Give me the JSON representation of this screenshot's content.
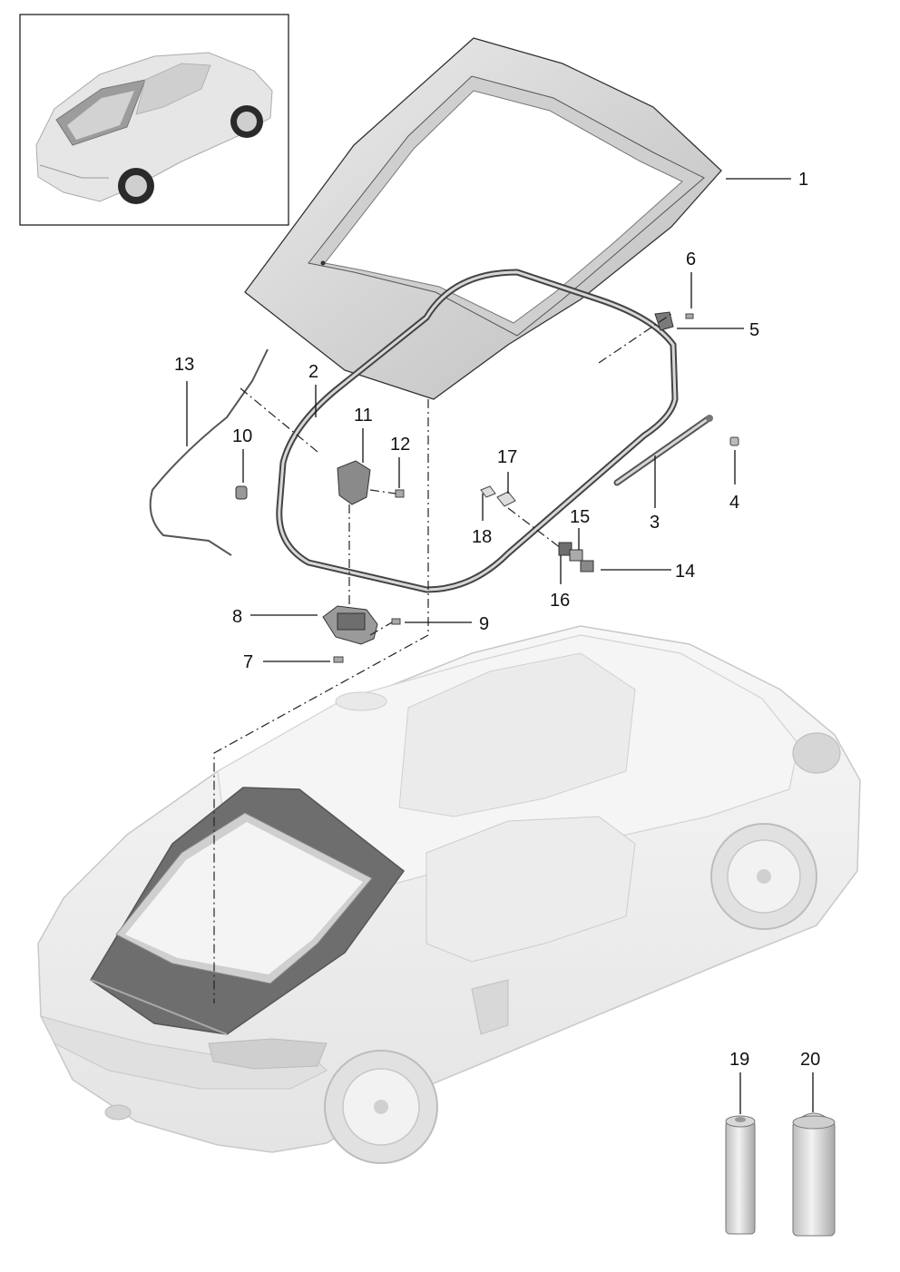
{
  "callouts": [
    {
      "id": "1",
      "label": "1"
    },
    {
      "id": "2",
      "label": "2"
    },
    {
      "id": "3",
      "label": "3"
    },
    {
      "id": "4",
      "label": "4"
    },
    {
      "id": "5",
      "label": "5"
    },
    {
      "id": "6",
      "label": "6"
    },
    {
      "id": "7",
      "label": "7"
    },
    {
      "id": "8",
      "label": "8"
    },
    {
      "id": "9",
      "label": "9"
    },
    {
      "id": "10",
      "label": "10"
    },
    {
      "id": "11",
      "label": "11"
    },
    {
      "id": "12",
      "label": "12"
    },
    {
      "id": "13",
      "label": "13"
    },
    {
      "id": "14",
      "label": "14"
    },
    {
      "id": "15",
      "label": "15"
    },
    {
      "id": "16",
      "label": "16"
    },
    {
      "id": "17",
      "label": "17"
    },
    {
      "id": "18",
      "label": "18"
    },
    {
      "id": "19",
      "label": "19"
    },
    {
      "id": "20",
      "label": "20"
    }
  ],
  "colors": {
    "line": "#111111",
    "part_fill": "#d9d9d9",
    "part_dark": "#8a8a8a",
    "car_fill": "#f0f0f0",
    "car_line": "#cfcfcf",
    "highlight": "#6e6e6e"
  }
}
